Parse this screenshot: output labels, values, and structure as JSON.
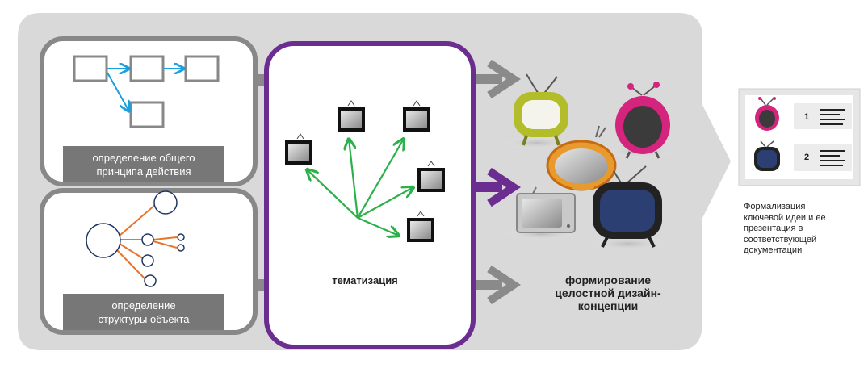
{
  "panels": {
    "principle_label": [
      "определение общего",
      "принципа действия"
    ],
    "structure_label": [
      "определение",
      "структуры объекта"
    ],
    "thematization_label": "тематизация",
    "concept_label": [
      "формирование",
      "целостной дизайн-",
      "концепции"
    ]
  },
  "side_card": {
    "items": [
      {
        "number": "1",
        "tv_color": "#d4247d"
      },
      {
        "number": "2",
        "tv_color": "#1f3560"
      }
    ],
    "caption": [
      "Формализация",
      "ключевой идеи и ее",
      "презентация  в",
      "соответствующей",
      "документации"
    ]
  },
  "colors": {
    "accent_purple": "#6b2d8f",
    "arrow_gray": "#8a8a8a",
    "blue_line": "#1aa0dc",
    "orange_line": "#e8752b",
    "green_line": "#2bb04a",
    "background_gray": "#d9d9d9"
  }
}
